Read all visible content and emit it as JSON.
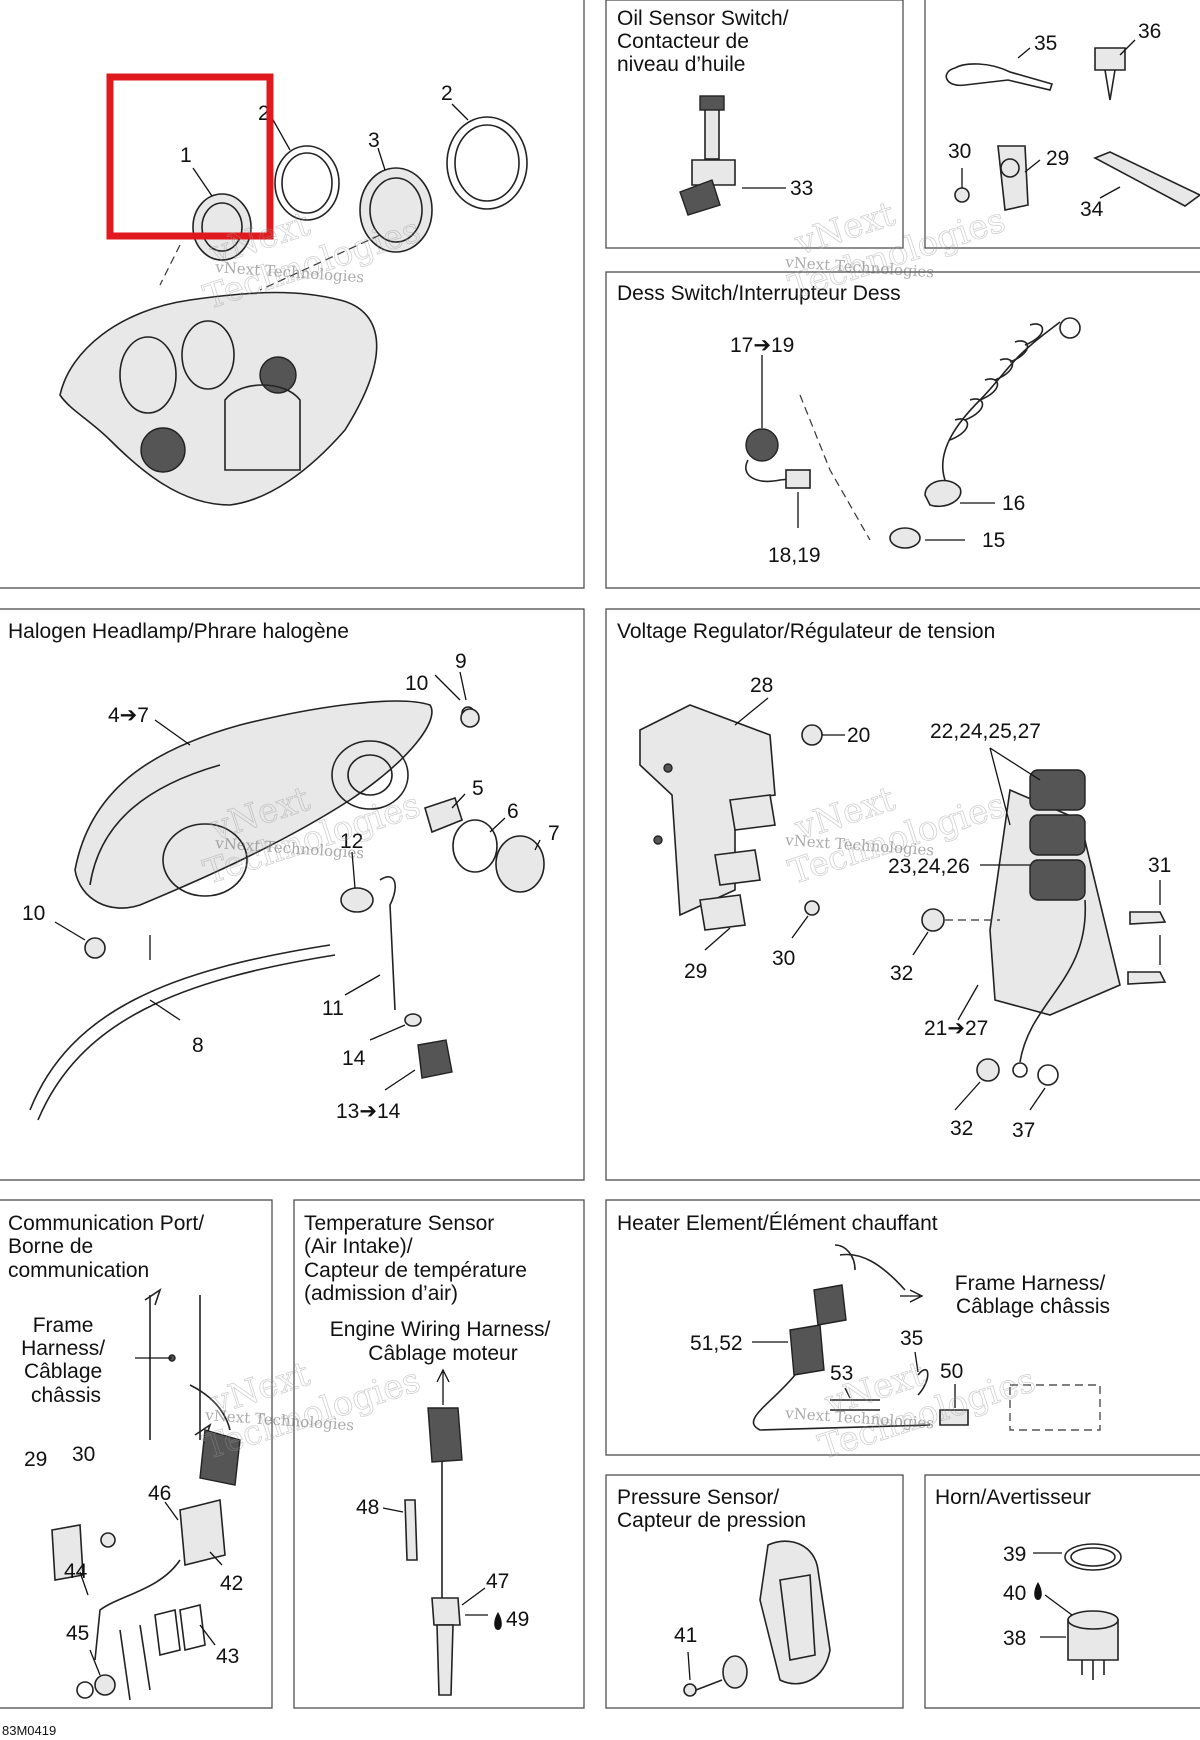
{
  "figure_id": "83M0419",
  "watermark": {
    "line1": "vNext",
    "line2": "Technologies"
  },
  "colors": {
    "highlight": "#e0191e",
    "line": "#222222"
  },
  "panels": {
    "gauges": {
      "labels": [
        "1",
        "2",
        "3",
        "2"
      ]
    },
    "oil_sensor": {
      "title": [
        "Oil Sensor Switch/",
        "Contacteur de",
        "niveau d’huile"
      ],
      "labels": [
        "33"
      ]
    },
    "hardware": {
      "labels": [
        "35",
        "36",
        "30",
        "29",
        "34"
      ]
    },
    "dess": {
      "title": [
        "Dess Switch/Interrupteur Dess"
      ],
      "labels": [
        "17➔19",
        "16",
        "15",
        "18,19"
      ]
    },
    "headlamp": {
      "title": [
        "Halogen Headlamp/Phrare halogène"
      ],
      "labels": [
        "9",
        "10",
        "4➔7",
        "5",
        "6",
        "7",
        "12",
        "10",
        "11",
        "8",
        "14",
        "13➔14"
      ]
    },
    "regulator": {
      "title": [
        "Voltage Regulator/Régulateur de tension"
      ],
      "labels": [
        "28",
        "20",
        "22,24,25,27",
        "23,24,26",
        "31",
        "29",
        "30",
        "32",
        "21➔27",
        "32",
        "37"
      ]
    },
    "comm_port": {
      "title": [
        "Communication Port/",
        "Borne de",
        "communication"
      ],
      "harness": [
        "Frame",
        "Harness/",
        "Câblage",
        "châssis"
      ],
      "labels": [
        "29",
        "30",
        "46",
        "42",
        "44",
        "43",
        "45"
      ]
    },
    "temp_sensor": {
      "title": [
        "Temperature Sensor",
        "(Air Intake)/",
        "Capteur de température",
        "(admission d’air)"
      ],
      "harness": [
        "Engine Wiring Harness/",
        "Câblage moteur"
      ],
      "labels": [
        "48",
        "47",
        "49"
      ]
    },
    "heater": {
      "title": [
        "Heater Element/Élément chauffant"
      ],
      "harness": [
        "Frame Harness/",
        "Câblage châssis"
      ],
      "labels": [
        "51,52",
        "35",
        "53",
        "50"
      ]
    },
    "pressure": {
      "title": [
        "Pressure Sensor/",
        "Capteur de pression"
      ],
      "labels": [
        "41"
      ]
    },
    "horn": {
      "title": [
        "Horn/Avertisseur"
      ],
      "labels": [
        "39",
        "40",
        "38"
      ]
    }
  }
}
